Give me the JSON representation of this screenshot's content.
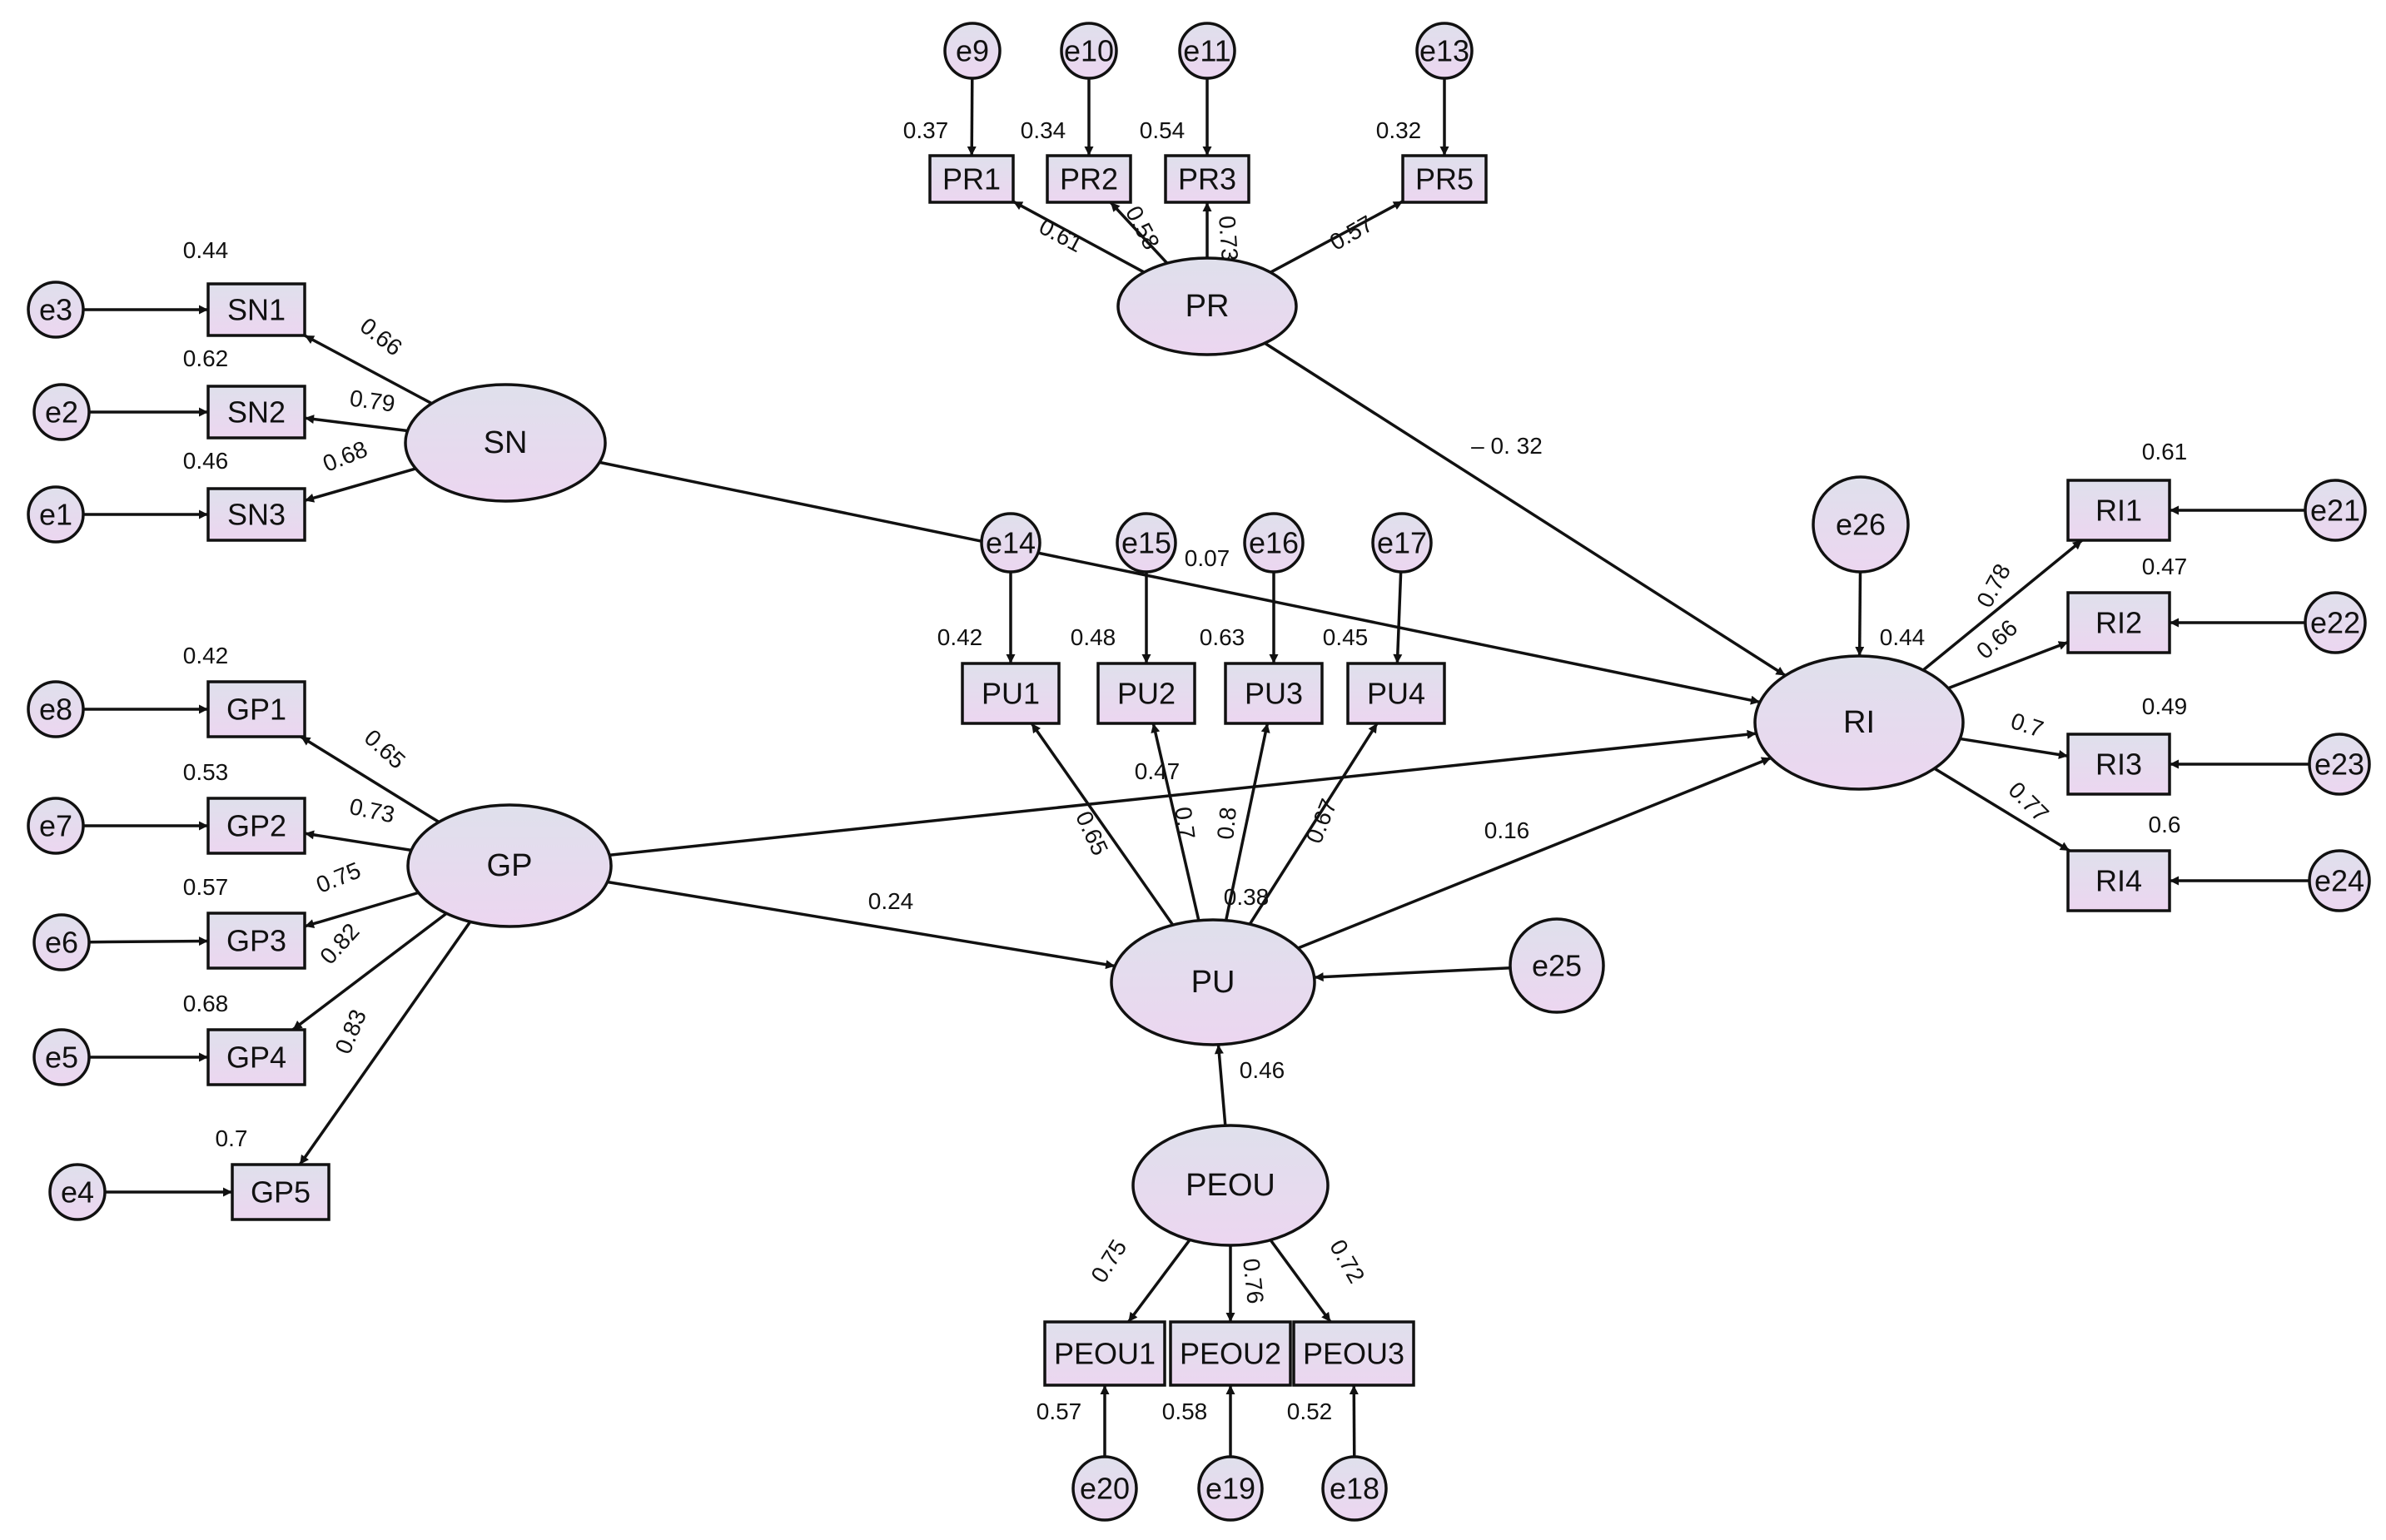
{
  "colors": {
    "fill_top": "#dfe0ec",
    "fill_bottom": "#ecd6f0",
    "stroke": "#111111",
    "text": "#111111"
  },
  "latent": {
    "SN": {
      "label": "SN"
    },
    "GP": {
      "label": "GP"
    },
    "PR": {
      "label": "PR"
    },
    "PU": {
      "label": "PU"
    },
    "PEOU": {
      "label": "PEOU"
    },
    "RI": {
      "label": "RI"
    }
  },
  "indicators": {
    "SN1": {
      "label": "SN1",
      "r2": "0.44"
    },
    "SN2": {
      "label": "SN2",
      "r2": "0.62"
    },
    "SN3": {
      "label": "SN3",
      "r2": "0.46"
    },
    "GP1": {
      "label": "GP1",
      "r2": "0.42"
    },
    "GP2": {
      "label": "GP2",
      "r2": "0.53"
    },
    "GP3": {
      "label": "GP3",
      "r2": "0.57"
    },
    "GP4": {
      "label": "GP4",
      "r2": "0.68"
    },
    "GP5": {
      "label": "GP5",
      "r2": "0.7"
    },
    "PR1": {
      "label": "PR1",
      "r2": "0.37"
    },
    "PR2": {
      "label": "PR2",
      "r2": "0.34"
    },
    "PR3": {
      "label": "PR3",
      "r2": "0.54"
    },
    "PR5": {
      "label": "PR5",
      "r2": "0.32"
    },
    "PU1": {
      "label": "PU1",
      "r2": "0.42"
    },
    "PU2": {
      "label": "PU2",
      "r2": "0.48"
    },
    "PU3": {
      "label": "PU3",
      "r2": "0.63"
    },
    "PU4": {
      "label": "PU4",
      "r2": "0.45"
    },
    "PEOU1": {
      "label": "PEOU1",
      "r2": "0.57"
    },
    "PEOU2": {
      "label": "PEOU2",
      "r2": "0.58"
    },
    "PEOU3": {
      "label": "PEOU3",
      "r2": "0.52"
    },
    "RI1": {
      "label": "RI1",
      "r2": "0.61"
    },
    "RI2": {
      "label": "RI2",
      "r2": "0.47"
    },
    "RI3": {
      "label": "RI3",
      "r2": "0.49"
    },
    "RI4": {
      "label": "RI4",
      "r2": "0.6"
    }
  },
  "errors": {
    "e1": "e1",
    "e2": "e2",
    "e3": "e3",
    "e4": "e4",
    "e5": "e5",
    "e6": "e6",
    "e7": "e7",
    "e8": "e8",
    "e9": "e9",
    "e10": "e10",
    "e11": "e11",
    "e13": "e13",
    "e14": "e14",
    "e15": "e15",
    "e16": "e16",
    "e17": "e17",
    "e18": "e18",
    "e19": "e19",
    "e20": "e20",
    "e21": "e21",
    "e22": "e22",
    "e23": "e23",
    "e24": "e24",
    "e25": "e25",
    "e26": "e26"
  },
  "loadings": {
    "SN_SN1": "0.66",
    "SN_SN2": "0.79",
    "SN_SN3": "0.68",
    "GP_GP1": "0.65",
    "GP_GP2": "0.73",
    "GP_GP3": "0.75",
    "GP_GP4": "0.82",
    "GP_GP5": "0.83",
    "PR_PR1": "0.61",
    "PR_PR2": "0.58",
    "PR_PR3": "0.73",
    "PR_PR5": "0.57",
    "PU_PU1": "0.65",
    "PU_PU2": "0.7",
    "PU_PU3": "0.8",
    "PU_PU4": "0.67",
    "PEOU_PEOU1": "0.75",
    "PEOU_PEOU2": "0.76",
    "PEOU_PEOU3": "0.72",
    "RI_RI1": "0.78",
    "RI_RI2": "0.66",
    "RI_RI3": "0.7",
    "RI_RI4": "0.77"
  },
  "paths": {
    "PR_RI": "– 0. 32",
    "SN_RI": "0.07",
    "GP_RI": "0.47",
    "GP_PU": "0.24",
    "PU_RI": "0.16",
    "PEOU_PU": "0.46"
  },
  "r2_latent": {
    "PU": "0.38",
    "RI": "0.44"
  }
}
